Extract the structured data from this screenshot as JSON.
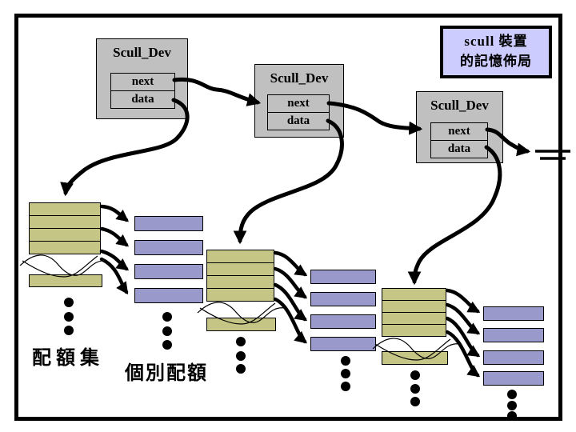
{
  "slide": {
    "title": {
      "line1": "scull 裝置",
      "line2": "的記憶佈局"
    },
    "structs": [
      {
        "title": "Scull_Dev",
        "next_label": "next",
        "data_label": "data"
      },
      {
        "title": "Scull_Dev",
        "next_label": "next",
        "data_label": "data"
      },
      {
        "title": "Scull_Dev",
        "next_label": "next",
        "data_label": "data"
      }
    ],
    "captions": {
      "quantum_set": "配額集",
      "individual_quantum": "個別配額"
    },
    "icons": {
      "null_terminator": "ground-symbol",
      "continuation": "vertical-ellipsis-dots",
      "break": "torn-edge-wave"
    },
    "colors": {
      "background": "#FFFFFF",
      "frame_border": "#000000",
      "title_fill": "#CCCCFF",
      "struct_fill": "#C0C0C0",
      "quantum_set_fill": "#C5C585",
      "quantum_fill": "#9999CC",
      "arrow": "#000000",
      "text": "#000000"
    }
  }
}
